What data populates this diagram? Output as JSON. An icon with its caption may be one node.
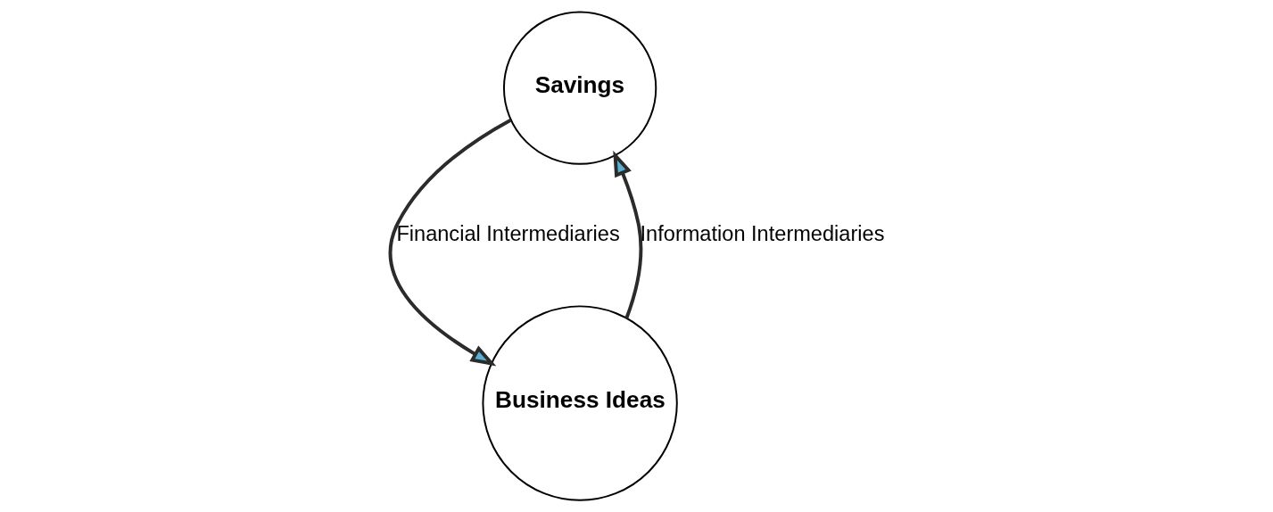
{
  "diagram": {
    "nodes": [
      {
        "text": [
          "Savings"
        ]
      },
      {
        "text": [
          "Business Ideas"
        ]
      }
    ],
    "edges": [
      {
        "from": 0,
        "to": 1,
        "arrow": "to",
        "label": "Financial Intermediaries"
      },
      {
        "from": 1,
        "to": 0,
        "arrow": "to",
        "label": "Information Intermediaries"
      }
    ]
  }
}
